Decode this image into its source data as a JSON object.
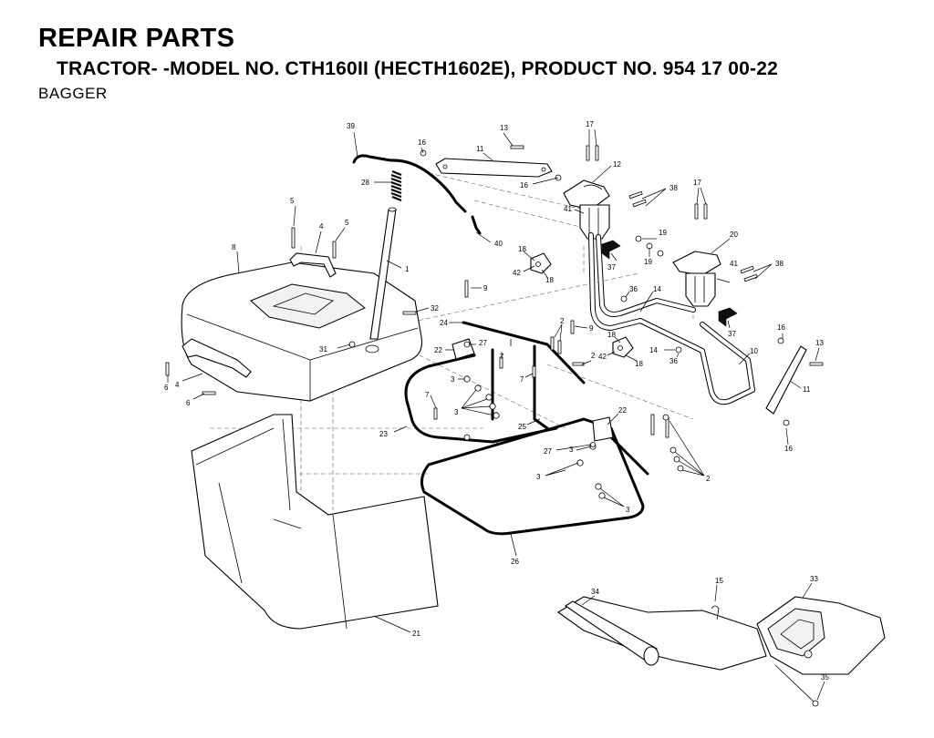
{
  "header": {
    "title": "REPAIR PARTS",
    "subtitle": "TRACTOR- -MODEL NO. CTH160II (HECTH1602E), PRODUCT NO. 954 17 00-22",
    "section": "BAGGER"
  },
  "callouts": {
    "c39": "39",
    "c16a": "16",
    "c11a": "11",
    "c13a": "13",
    "c17a": "17",
    "c12": "12",
    "c16b": "16",
    "c28": "28",
    "c38a": "38",
    "c41a": "41",
    "c17b": "17",
    "c5a": "5",
    "c4a": "4",
    "c5b": "5",
    "c40": "40",
    "c19a": "19",
    "c19b": "19",
    "c20": "20",
    "c8": "8",
    "c1": "1",
    "c18a": "18",
    "c42a": "42",
    "c18b": "18",
    "c37a": "37",
    "c41b": "41",
    "c38b": "38",
    "c9a": "9",
    "c36a": "36",
    "c14a": "14",
    "c32": "32",
    "c24": "24",
    "c2a": "2",
    "c9b": "9",
    "c37b": "37",
    "c27a": "27",
    "c22a": "22",
    "c31": "31",
    "c7a": "7",
    "c18c": "18",
    "c42b": "42",
    "c18d": "18",
    "c14b": "14",
    "c36b": "36",
    "c10": "10",
    "c16c": "16",
    "c13b": "13",
    "c6a": "6",
    "c4b": "4",
    "c6b": "6",
    "c2b": "2",
    "c3a": "3",
    "c7b": "7",
    "c3b": "3",
    "c11b": "11",
    "c7c": "7",
    "c22b": "22",
    "c23": "23",
    "c25": "25",
    "c7d": "7",
    "c16d": "16",
    "c27b": "27",
    "c3c": "3",
    "c3d": "3",
    "c2c": "2",
    "c3e": "3",
    "c26": "26",
    "c15": "15",
    "c33": "33",
    "c34": "34",
    "c21": "21",
    "c35": "35"
  }
}
